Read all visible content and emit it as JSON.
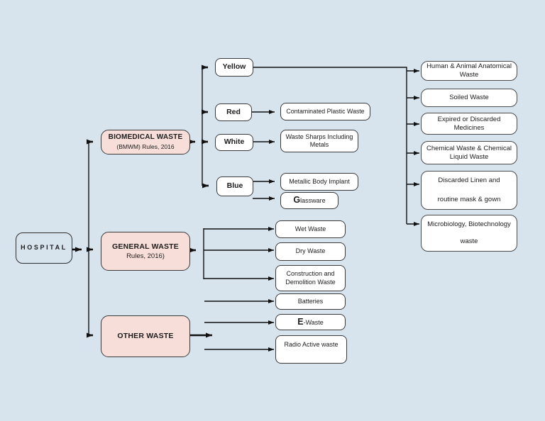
{
  "colors": {
    "background": "#d7e3ed",
    "category_fill": "#f8ded9",
    "node_fill": "#ffffff",
    "border": "#3a3a3a",
    "line": "#111111"
  },
  "nodes": {
    "hospital": {
      "label": "HOSPITAL"
    },
    "biomedical": {
      "title": "BIOMEDICAL WASTE",
      "subtitle": "(BMWM) Rules, 2016"
    },
    "general": {
      "title": "GENERAL WASTE",
      "subtitle": "Rules, 2016)"
    },
    "other": {
      "title": "OTHER WASTE"
    },
    "yellow": {
      "label": "Yellow"
    },
    "red": {
      "label": "Red"
    },
    "white": {
      "label": "White"
    },
    "blue": {
      "label": "Blue"
    },
    "contaminated": {
      "label": "Contaminated Plastic Waste"
    },
    "sharps": {
      "line1": "Waste Sharps Including",
      "line2": "Metals"
    },
    "metallic": {
      "label": "Metallic Body Implant"
    },
    "glassware": {
      "lead": "G",
      "rest": "lassware"
    },
    "human": {
      "line1": "Human & Animal Anatomical",
      "line2": "Waste"
    },
    "soiled": {
      "label": "Soiled Waste"
    },
    "expired": {
      "line1": "Expired or Discarded",
      "line2": "Medicines"
    },
    "chemical": {
      "line1": "Chemical Waste & Chemical",
      "line2": "Liquid Waste"
    },
    "linen": {
      "line1": "Discarded Linen and",
      "line2": "routine mask & gown"
    },
    "micro": {
      "line1": "Microbiology, Biotechnology",
      "line2": "waste"
    },
    "wet": {
      "label": "Wet Waste"
    },
    "dry": {
      "label": "Dry Waste"
    },
    "construction": {
      "line1": "Construction and",
      "line2": "Demolition Waste"
    },
    "batteries": {
      "label": "Batteries"
    },
    "ewaste": {
      "lead": "E",
      "rest": "-Waste"
    },
    "radio": {
      "label": "Radio Active waste"
    }
  }
}
